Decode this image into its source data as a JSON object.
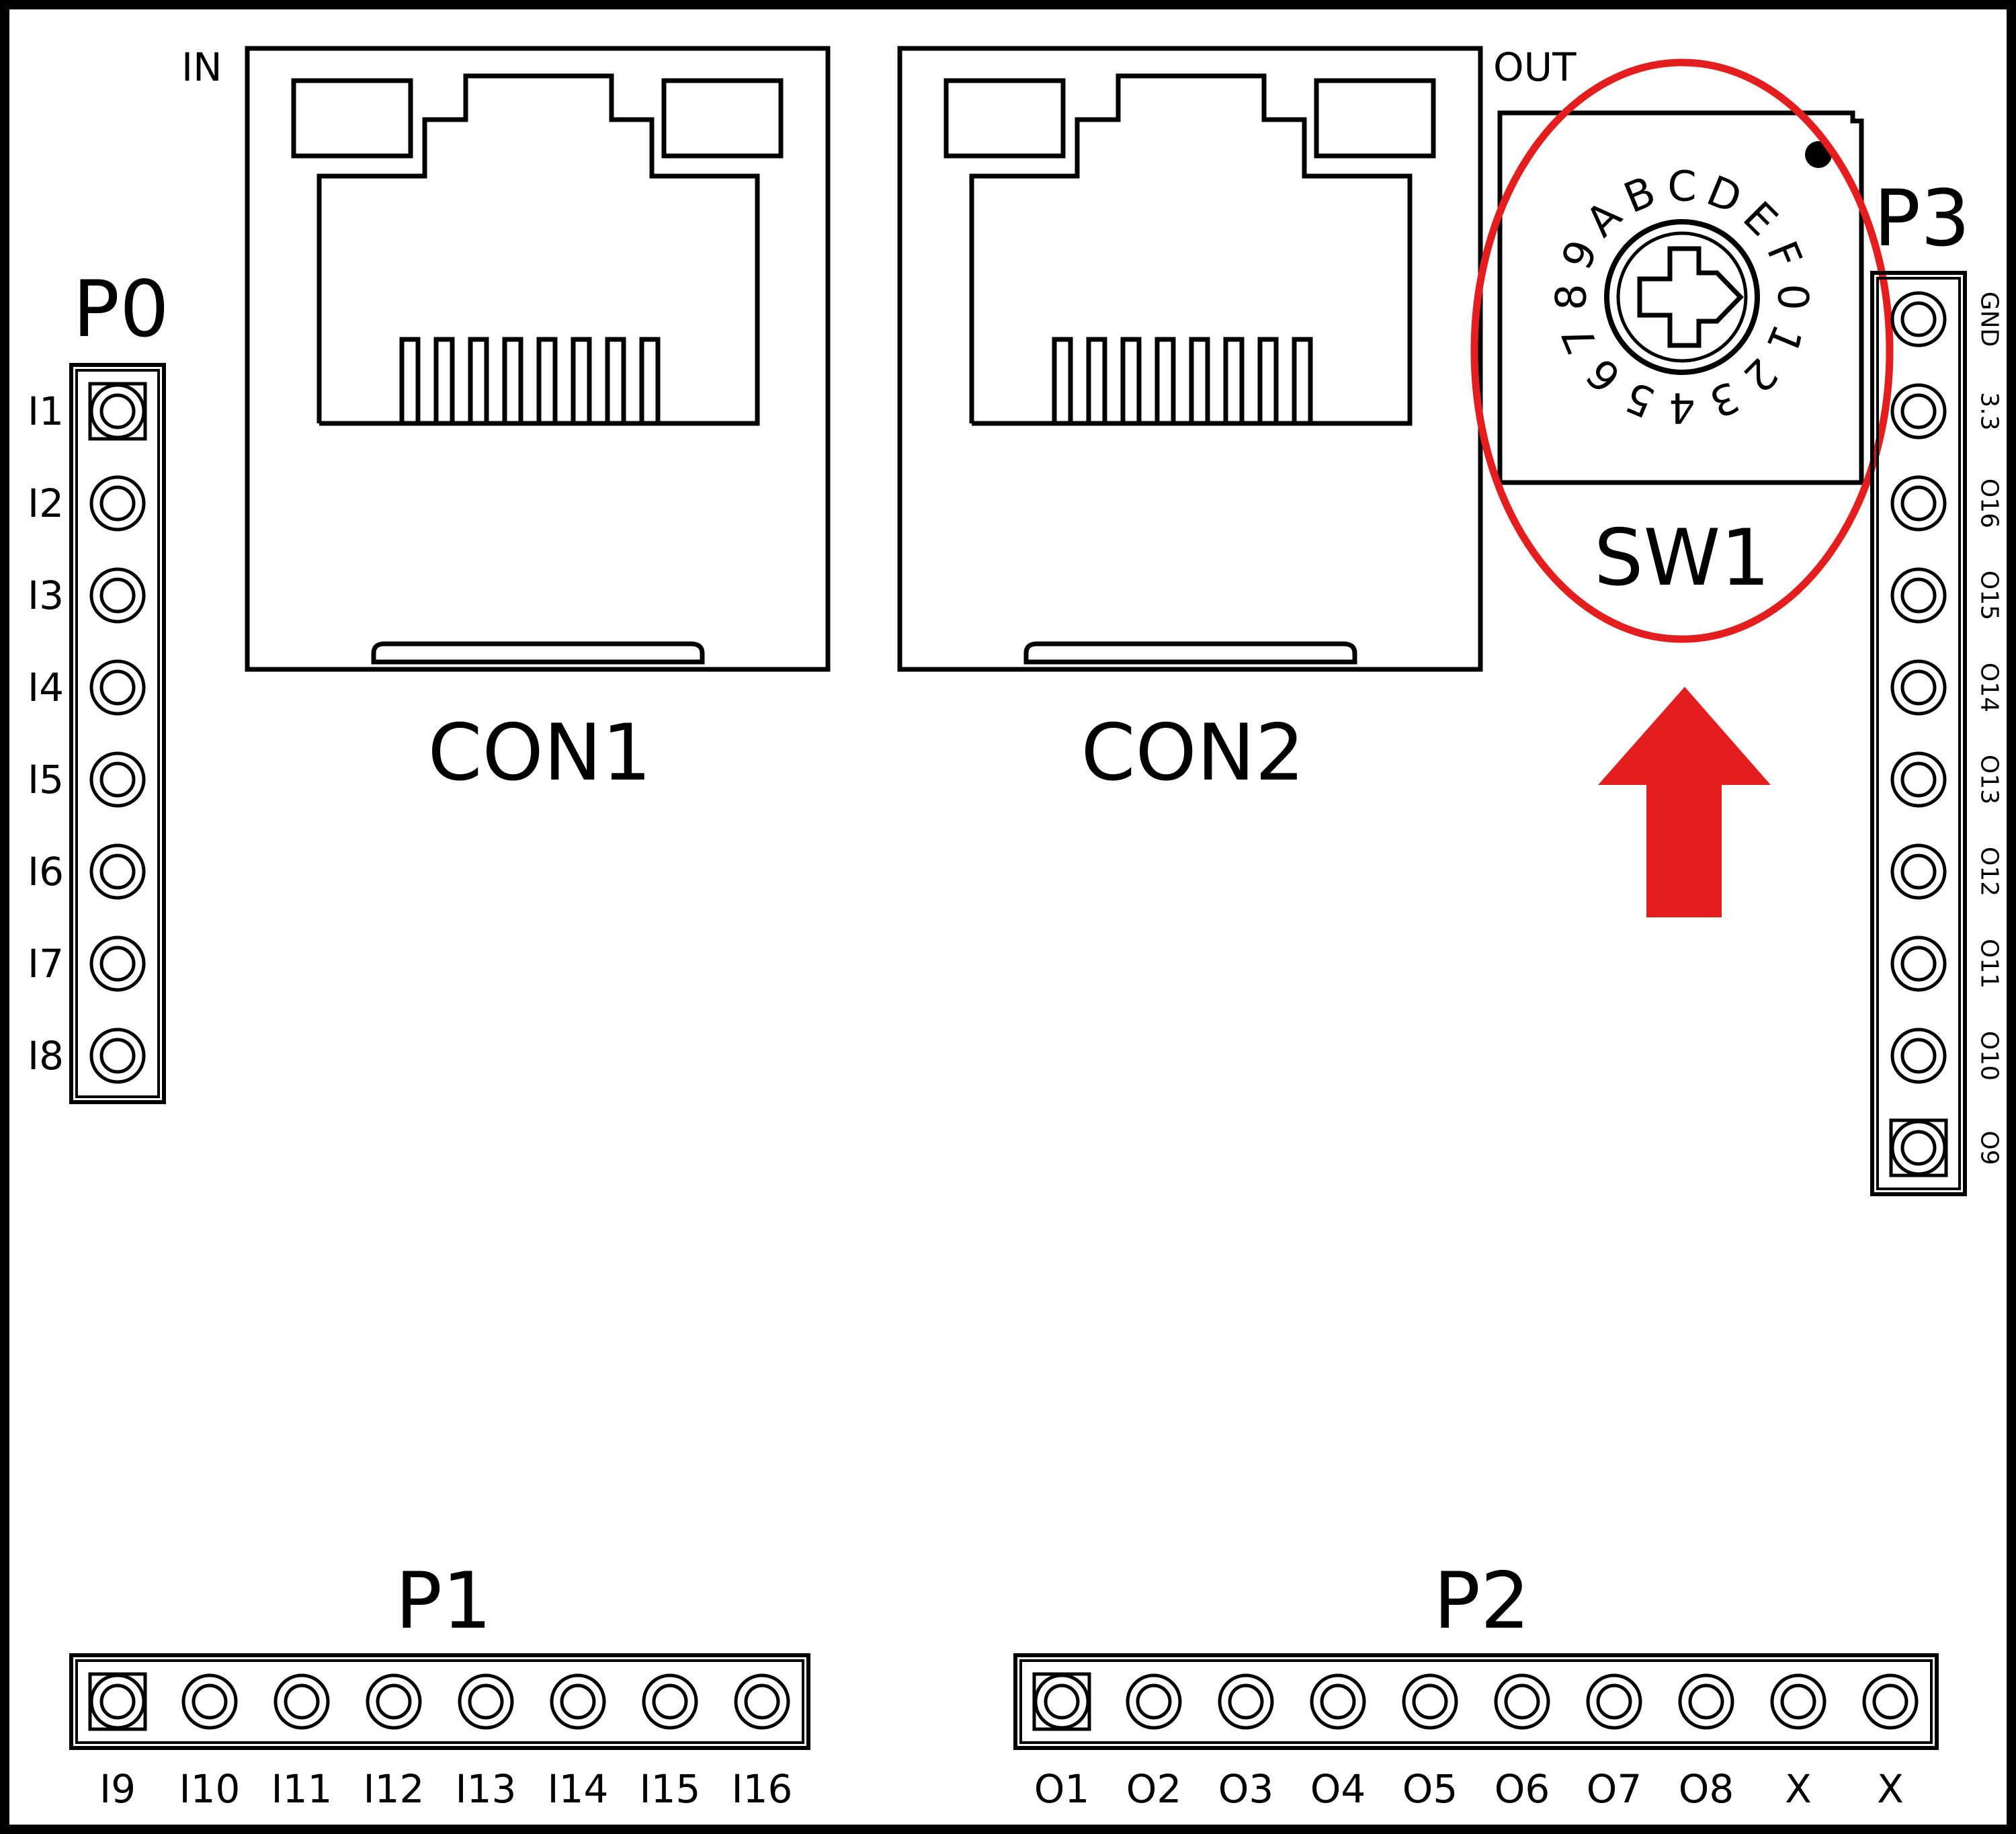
{
  "board": {
    "headers": {
      "P0": {
        "label": "P0",
        "pins": [
          "I1",
          "I2",
          "I3",
          "I4",
          "I5",
          "I6",
          "I7",
          "I8"
        ]
      },
      "P1": {
        "label": "P1",
        "pins": [
          "I9",
          "I10",
          "I11",
          "I12",
          "I13",
          "I14",
          "I15",
          "I16"
        ]
      },
      "P2": {
        "label": "P2",
        "pins": [
          "O1",
          "O2",
          "O3",
          "O4",
          "O5",
          "O6",
          "O7",
          "O8",
          "X",
          "X"
        ]
      },
      "P3": {
        "label": "P3",
        "pins": [
          "GND",
          "3.3",
          "O16",
          "O15",
          "O14",
          "O13",
          "O12",
          "O11",
          "O10",
          "O9"
        ]
      }
    },
    "connectors": {
      "in": {
        "label": "CON1",
        "tag": "IN"
      },
      "out": {
        "label": "CON2",
        "tag": "OUT"
      }
    },
    "switch": {
      "label": "SW1",
      "dial_chars": [
        "0",
        "1",
        "2",
        "3",
        "4",
        "5",
        "6",
        "7",
        "8",
        "9",
        "A",
        "B",
        "C",
        "D",
        "E",
        "F"
      ]
    },
    "highlight": {
      "color": "#e41e1e",
      "target": "SW1"
    }
  }
}
